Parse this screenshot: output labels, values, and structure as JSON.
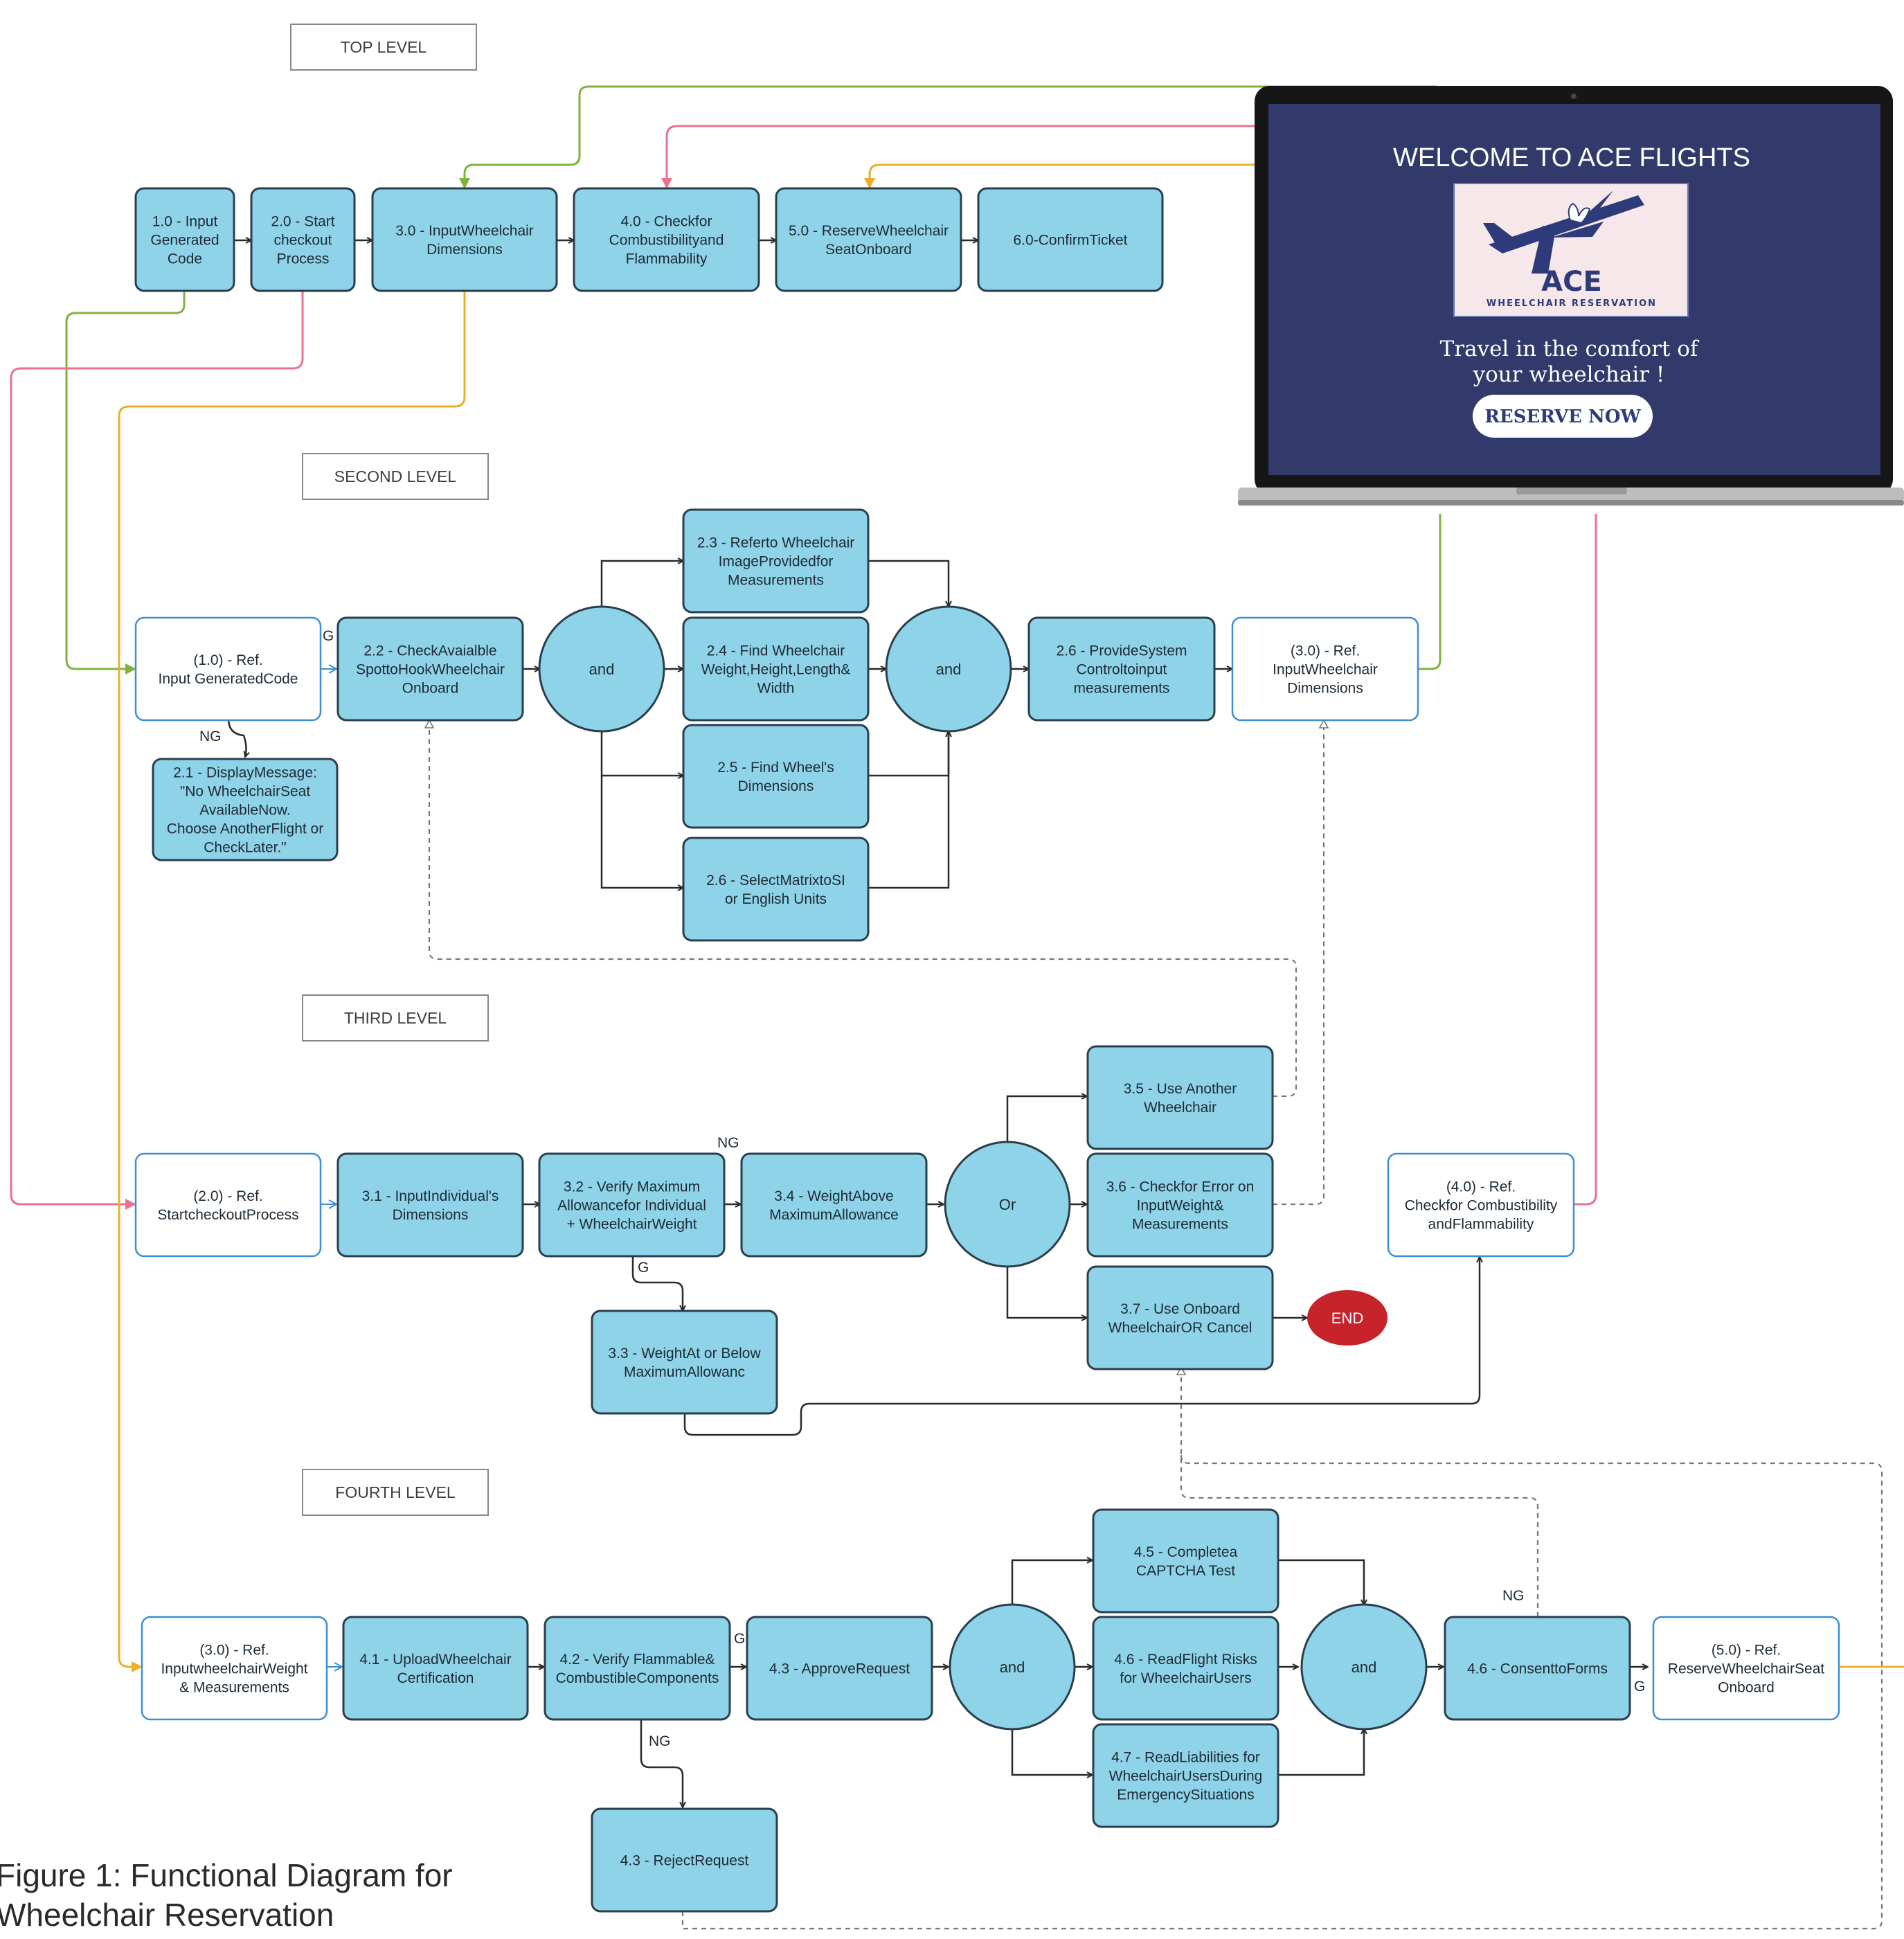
{
  "colors": {
    "box_fill": "#8fd3e9",
    "box_stroke": "#2a3f4d",
    "ref_stroke": "#3a8fd6",
    "green": "#7fb33e",
    "pink": "#e9728f",
    "orange": "#eab02a",
    "end_fill": "#c7232b",
    "laptop_screen": "#313a6a"
  },
  "level_labels": {
    "top": "TOP LEVEL",
    "second": "SECOND  LEVEL",
    "third": "THIRD  LEVEL",
    "fourth": "FOURTH  LEVEL"
  },
  "nodes": {
    "n1_0": [
      "1.0 - Input",
      "Generated",
      "Code"
    ],
    "n2_0": [
      "2.0 - Start",
      "checkout",
      "Process"
    ],
    "n3_0": [
      "3.0 - InputWheelchair",
      "Dimensions"
    ],
    "n4_0": [
      "4.0 - Checkfor",
      "Combustibilityand",
      "Flammability"
    ],
    "n5_0": [
      "5.0 - ReserveWheelchair",
      "SeatOnboard"
    ],
    "n6_0": [
      "6.0-ConfirmTicket"
    ],
    "ref_1_0": [
      "(1.0) - Ref.",
      "Input GeneratedCode"
    ],
    "n2_1": [
      "2.1 - DisplayMessage:",
      "\"No WheelchairSeat",
      "AvailableNow.",
      "Choose AnotherFlight or",
      "CheckLater.\""
    ],
    "n2_2": [
      "2.2 - CheckAvaialble",
      "SpottoHookWheelchair",
      "Onboard"
    ],
    "n2_3": [
      "2.3 - Referto Wheelchair",
      "ImageProvidedfor",
      "Measurements"
    ],
    "n2_4": [
      "2.4 - Find Wheelchair",
      "Weight,Height,Length&",
      "Width"
    ],
    "n2_5": [
      "2.5 - Find Wheel's",
      "Dimensions"
    ],
    "n2_6a": [
      "2.6 - SelectMatrixtoSI",
      "or English Units"
    ],
    "n2_6b": [
      "2.6 - ProvideSystem",
      "Controltoinput",
      "measurements"
    ],
    "ref_3_0_a": [
      "(3.0)  - Ref.",
      "InputWheelchair",
      "Dimensions"
    ],
    "ref_2_0": [
      "(2.0) - Ref.",
      "StartcheckoutProcess"
    ],
    "n3_1": [
      "3.1 - InputIndividual's",
      "Dimensions"
    ],
    "n3_2": [
      "3.2 - Verify Maximum",
      "Allowancefor Individual",
      "+ WheelchairWeight"
    ],
    "n3_3": [
      "3.3 -  WeightAt or Below",
      "MaximumAllowanc"
    ],
    "n3_4": [
      "3.4 - WeightAbove",
      "MaximumAllowance"
    ],
    "n3_5": [
      "3.5 - Use Another",
      "Wheelchair"
    ],
    "n3_6": [
      "3.6 - Checkfor Error on",
      "InputWeight&",
      "Measurements"
    ],
    "n3_7": [
      "3.7 - Use Onboard",
      "WheelchairOR Cancel"
    ],
    "ref_4_0": [
      "(4.0) - Ref.",
      "Checkfor Combustibility",
      "andFlammability"
    ],
    "ref_3_0_b": [
      "(3.0) - Ref.",
      "InputwheelchairWeight",
      "& Measurements"
    ],
    "n4_1": [
      "4.1 - UploadWheelchair",
      "Certification"
    ],
    "n4_2": [
      "4.2 - Verify Flammable&",
      "CombustibleComponents"
    ],
    "n4_3a": [
      "4.3 - ApproveRequest"
    ],
    "n4_3b": [
      "4.3 - RejectRequest"
    ],
    "n4_5": [
      "4.5 - Completea",
      "CAPTCHA Test"
    ],
    "n4_6a": [
      "4.6 - ReadFlight Risks",
      "for WheelchairUsers"
    ],
    "n4_7": [
      "4.7 - ReadLiabilities for",
      "WheelchairUsersDuring",
      "EmergencySituations"
    ],
    "n4_6b": [
      "4.6 - ConsenttoForms"
    ],
    "ref_5_0": [
      "(5.0) - Ref.",
      "ReserveWheelchairSeat",
      "Onboard"
    ]
  },
  "junctions": {
    "and": "and",
    "or": "Or",
    "end": "END"
  },
  "branch_labels": {
    "g": "G",
    "ng": "NG"
  },
  "laptop": {
    "title": "WELCOME TO ACE FLIGHTS",
    "logo_text": "ACE",
    "logo_subtitle": "WHEELCHAIR RESERVATION",
    "tagline_1": "Travel in the comfort of",
    "tagline_2": "your wheelchair !",
    "button": "RESERVE NOW"
  },
  "caption": {
    "line1": "Figure 1: Functional Diagram for",
    "line2": "Wheelchair Reservation"
  }
}
